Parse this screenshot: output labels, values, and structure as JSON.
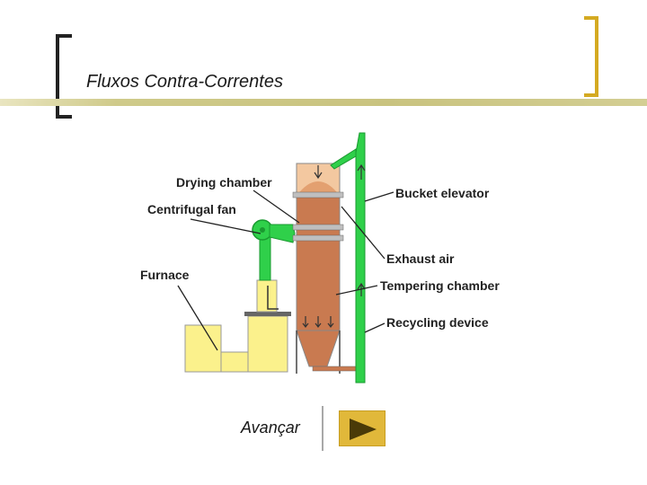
{
  "slide": {
    "title": "Fluxos Contra-Correntes",
    "nav_label": "Avançar"
  },
  "diagram": {
    "labels": {
      "drying_chamber": "Drying chamber",
      "centrifugal_fan": "Centrifugal fan",
      "furnace": "Furnace",
      "bucket_elevator": "Bucket elevator",
      "exhaust_air": "Exhaust air",
      "tempering_chamber": "Tempering chamber",
      "recycling_device": "Recycling device"
    }
  },
  "colors": {
    "accent_gold": "#d4aa22",
    "title_rule": "#cfca8a",
    "tower_fill": "#c97a50",
    "green_duct": "#2fd04a",
    "furnace_yellow": "#fbf18c",
    "button_gold": "#e1b83a",
    "play_icon": "#4a3a08"
  },
  "icons": {
    "next": "play-triangle-icon"
  }
}
